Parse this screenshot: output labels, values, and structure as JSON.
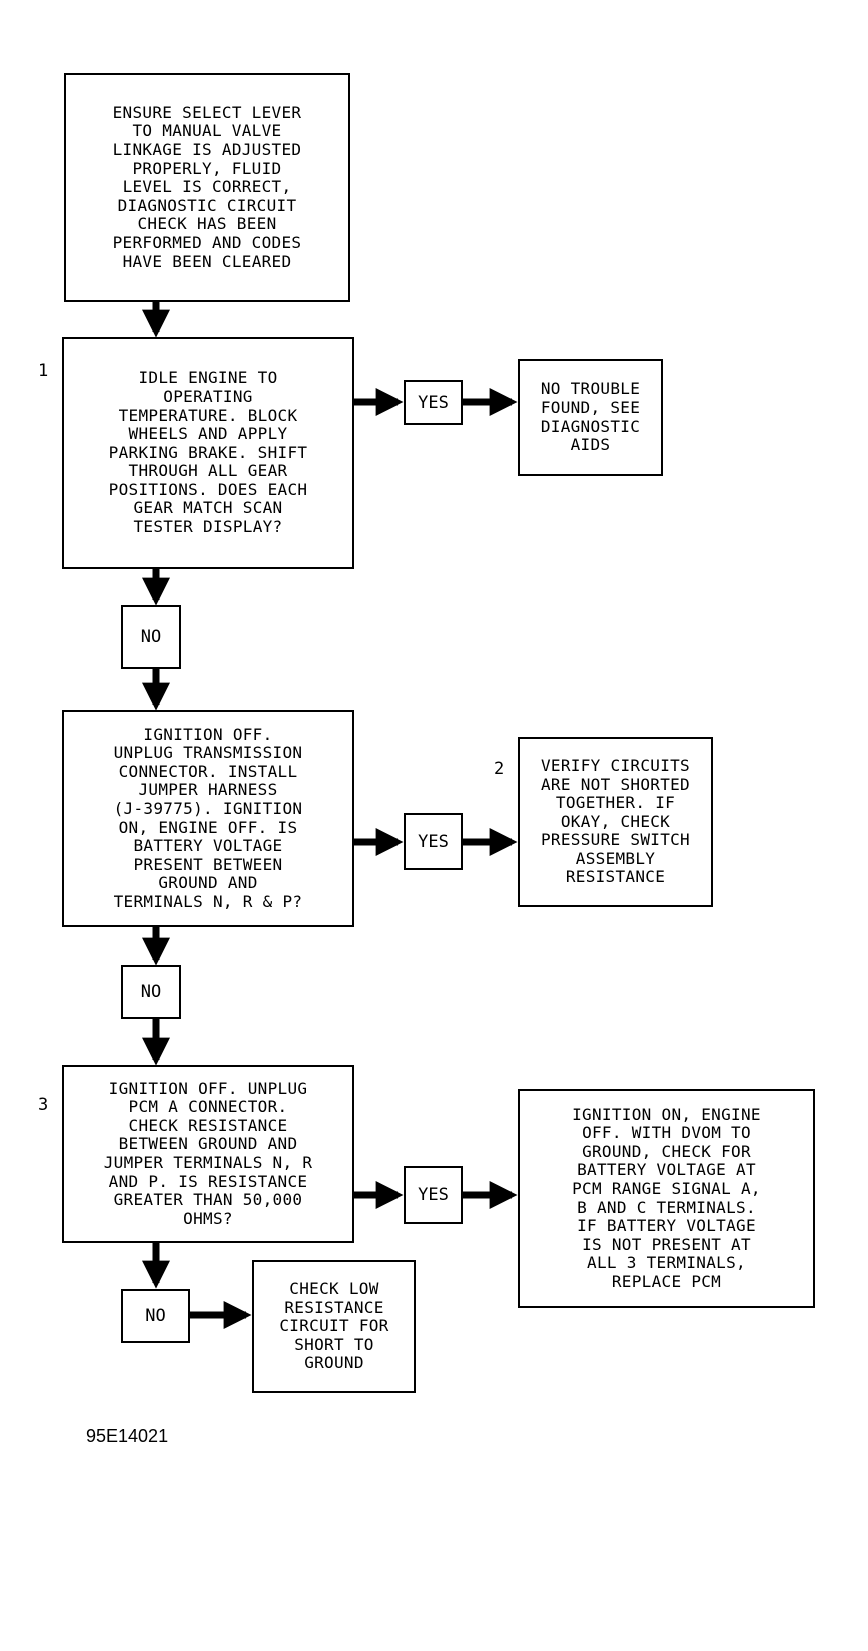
{
  "flowchart": {
    "start": {
      "text": "ENSURE SELECT LEVER\nTO MANUAL VALVE\nLINKAGE IS ADJUSTED\nPROPERLY, FLUID\nLEVEL IS CORRECT,\nDIAGNOSTIC CIRCUIT\nCHECK HAS BEEN\nPERFORMED AND CODES\nHAVE BEEN CLEARED"
    },
    "step1": {
      "number": "1",
      "question": "IDLE ENGINE TO\nOPERATING\nTEMPERATURE. BLOCK\nWHEELS AND APPLY\nPARKING BRAKE. SHIFT\nTHROUGH ALL GEAR\nPOSITIONS. DOES EACH\nGEAR MATCH SCAN\nTESTER DISPLAY?",
      "yes_label": "YES",
      "yes_result": "NO TROUBLE\nFOUND, SEE\nDIAGNOSTIC\nAIDS",
      "no_label": "NO"
    },
    "step2": {
      "number": "2",
      "question": "IGNITION OFF.\nUNPLUG TRANSMISSION\nCONNECTOR. INSTALL\nJUMPER HARNESS\n(J-39775). IGNITION\nON, ENGINE OFF. IS\nBATTERY VOLTAGE\nPRESENT BETWEEN\nGROUND AND\nTERMINALS N, R & P?",
      "yes_label": "YES",
      "yes_result": "VERIFY CIRCUITS\nARE NOT SHORTED\nTOGETHER. IF\nOKAY, CHECK\nPRESSURE SWITCH\nASSEMBLY\nRESISTANCE",
      "no_label": "NO"
    },
    "step3": {
      "number": "3",
      "question": "IGNITION OFF. UNPLUG\nPCM A CONNECTOR.\nCHECK RESISTANCE\nBETWEEN GROUND AND\nJUMPER TERMINALS N, R\nAND P. IS RESISTANCE\nGREATER THAN 50,000\nOHMS?",
      "yes_label": "YES",
      "yes_result": "IGNITION ON, ENGINE\nOFF. WITH DVOM TO\nGROUND, CHECK FOR\nBATTERY VOLTAGE AT\nPCM RANGE SIGNAL A,\nB AND C TERMINALS.\nIF BATTERY VOLTAGE\nIS NOT PRESENT AT\nALL 3 TERMINALS,\nREPLACE PCM",
      "no_label": "NO",
      "no_result": "CHECK LOW\nRESISTANCE\nCIRCUIT FOR\nSHORT TO\nGROUND"
    },
    "figure_id": "95E14021"
  }
}
